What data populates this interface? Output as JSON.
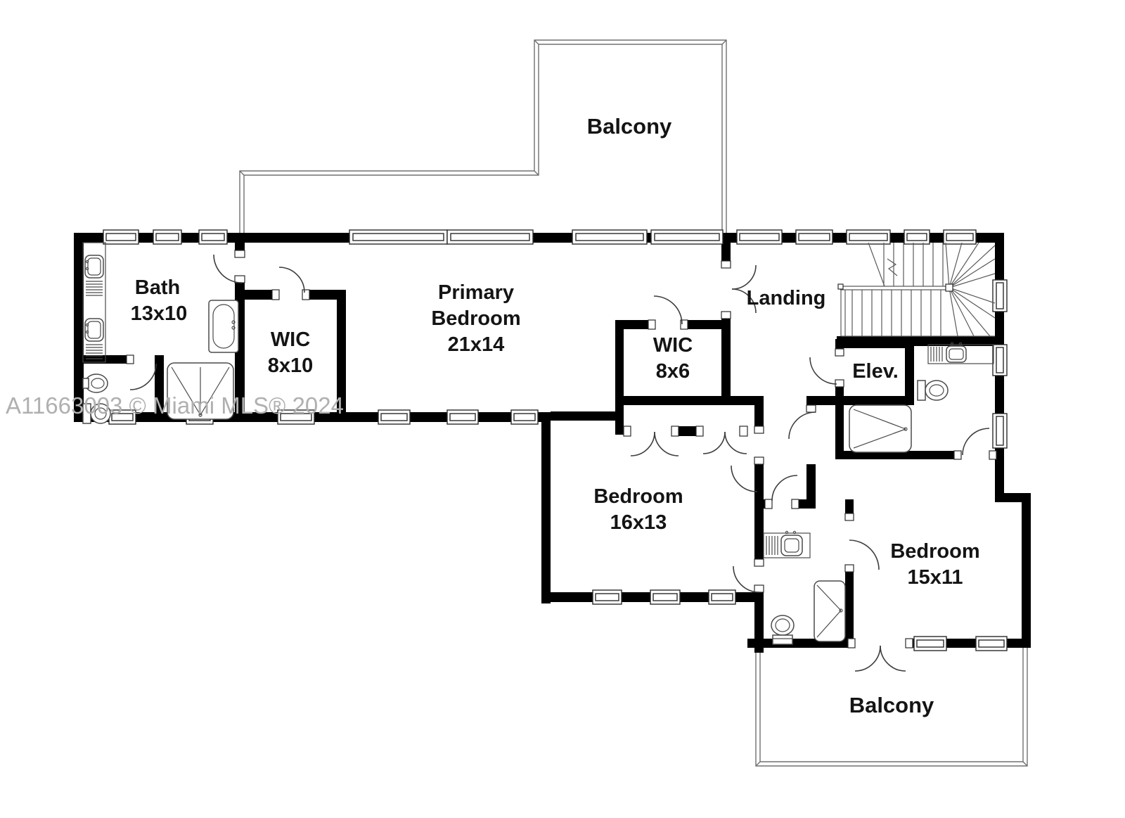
{
  "watermark": "A11663003 © Miami MLS® 2024",
  "colors": {
    "wall": "#000000",
    "fixture_line": "#4a4a4a",
    "balcony_line": "#707070",
    "label_text": "#141414",
    "watermark_text": "#b0b0b0",
    "background": "#ffffff"
  },
  "rooms": {
    "balcony_top": {
      "label": "Balcony"
    },
    "bath": {
      "label": "Bath",
      "dims": "13x10"
    },
    "wic_large": {
      "label": "WIC",
      "dims": "8x10"
    },
    "primary_bedroom": {
      "line1": "Primary",
      "line2": "Bedroom",
      "dims": "21x14"
    },
    "wic_small": {
      "label": "WIC",
      "dims": "8x6"
    },
    "landing": {
      "label": "Landing"
    },
    "elevator": {
      "label": "Elev."
    },
    "bedroom_16": {
      "label": "Bedroom",
      "dims": "16x13"
    },
    "bedroom_15": {
      "label": "Bedroom",
      "dims": "15x11"
    },
    "balcony_bottom": {
      "label": "Balcony"
    }
  }
}
